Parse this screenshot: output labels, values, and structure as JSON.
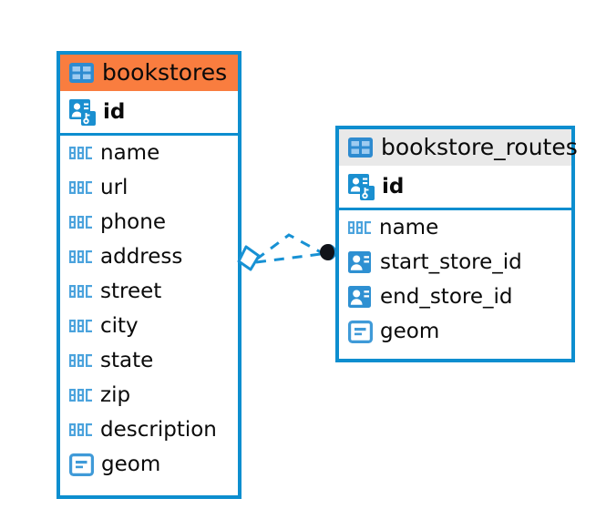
{
  "diagram": {
    "background": "#ffffff",
    "accent_blue": "#0d8ecf",
    "accent_orange": "#f97d3f",
    "header_grey": "#e9e9e9",
    "text_color": "#0a0a0a"
  },
  "entities": [
    {
      "name": "bookstores",
      "header_style": "accent-orange",
      "table_icon": "table-icon",
      "fields": [
        {
          "name": "id",
          "icon": "primary-key-icon",
          "kind": "pk"
        },
        {
          "name": "name",
          "icon": "abc-text-icon",
          "kind": "attr"
        },
        {
          "name": "url",
          "icon": "abc-text-icon",
          "kind": "attr"
        },
        {
          "name": "phone",
          "icon": "abc-text-icon",
          "kind": "attr"
        },
        {
          "name": "address",
          "icon": "abc-text-icon",
          "kind": "attr"
        },
        {
          "name": "street",
          "icon": "abc-text-icon",
          "kind": "attr"
        },
        {
          "name": "city",
          "icon": "abc-text-icon",
          "kind": "attr"
        },
        {
          "name": "state",
          "icon": "abc-text-icon",
          "kind": "attr"
        },
        {
          "name": "zip",
          "icon": "abc-text-icon",
          "kind": "attr"
        },
        {
          "name": "description",
          "icon": "abc-text-icon",
          "kind": "attr"
        },
        {
          "name": "geom",
          "icon": "geometry-icon",
          "kind": "attr"
        }
      ]
    },
    {
      "name": "bookstore_routes",
      "header_style": "accent-grey",
      "table_icon": "table-icon",
      "fields": [
        {
          "name": "id",
          "icon": "primary-key-icon",
          "kind": "pk"
        },
        {
          "name": "name",
          "icon": "abc-text-icon",
          "kind": "attr"
        },
        {
          "name": "start_store_id",
          "icon": "foreign-key-icon",
          "kind": "attr"
        },
        {
          "name": "end_store_id",
          "icon": "foreign-key-icon",
          "kind": "attr"
        },
        {
          "name": "geom",
          "icon": "geometry-icon",
          "kind": "attr"
        }
      ]
    }
  ],
  "relationship": {
    "style": "dashed",
    "color": "#0d8ecf",
    "source_marker": "diamond-marker",
    "target_marker": "filled-circle-marker"
  }
}
